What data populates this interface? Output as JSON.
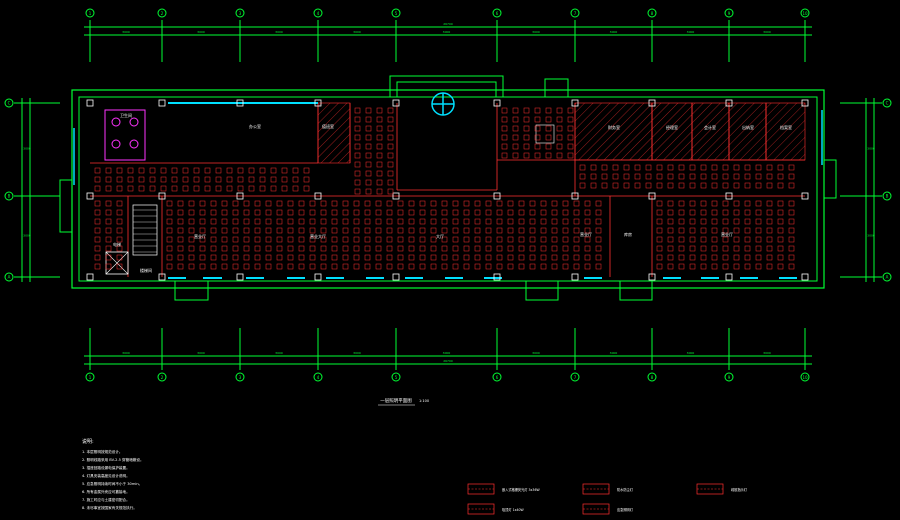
{
  "colors": {
    "background": "#000000",
    "dimension": "#00ff33",
    "wall": "#ffffff",
    "window": "#00e0ff",
    "furniture": "#ff3030",
    "pink": "#ff33ff",
    "text": "#ffffff",
    "yellow": "#ffff00"
  },
  "grid_top": {
    "labels": [
      "1",
      "2",
      "3",
      "4",
      "5",
      "6",
      "7",
      "8",
      "9",
      "10"
    ],
    "span_labels": [
      "3000",
      "3000",
      "3000",
      "3000",
      "3000",
      "3000",
      "3000",
      "3000",
      "3000"
    ],
    "total_label": "26700"
  },
  "grid_bottom": {
    "labels": [
      "1",
      "2",
      "3",
      "4",
      "5",
      "6",
      "7",
      "8",
      "9",
      "10"
    ],
    "span_labels": [
      "3000",
      "3000",
      "3000",
      "3000",
      "3000",
      "3000",
      "3000",
      "3000",
      "3000"
    ],
    "total_label": "26700"
  },
  "grid_left": {
    "labels": [
      "C",
      "B",
      "A"
    ],
    "span_labels": [
      "3000",
      "3000"
    ]
  },
  "grid_right": {
    "labels": [
      "C",
      "B",
      "A"
    ],
    "span_labels": [
      "3000",
      "3000"
    ]
  },
  "rooms": [
    {
      "name": "办公室"
    },
    {
      "name": "值班室"
    },
    {
      "name": "楼梯间"
    },
    {
      "name": "电梯"
    },
    {
      "name": "营业厅"
    },
    {
      "name": "营业大厅"
    },
    {
      "name": "大厅"
    },
    {
      "name": "营业厅"
    },
    {
      "name": "库房"
    },
    {
      "name": "营业厅"
    },
    {
      "name": "财务室"
    },
    {
      "name": "经理室"
    },
    {
      "name": "会计室"
    },
    {
      "name": "出纳室"
    },
    {
      "name": "档案室"
    },
    {
      "name": "卫生间"
    }
  ],
  "plan_title": "一层照明平面图",
  "plan_scale": "1:100",
  "notes": {
    "heading": "说明:",
    "items": [
      "1. 本层照明按规范设计。",
      "2. 照明线路采用 BV-2.5 穿管暗敷设。",
      "3. 插座回路设漏电保护装置。",
      "4. 灯具安装高度见设计说明。",
      "5. 应急照明持续时间不小于 30min。",
      "6. 所有金属外壳应可靠接地。",
      "7. 施工时应与土建密切配合。",
      "8. 未尽事宜按国家有关规范执行。"
    ]
  },
  "legend": [
    {
      "label": "嵌入式格栅荧光灯 3x36W"
    },
    {
      "label": "吸顶灯 1x40W"
    },
    {
      "label": "防水防尘灯"
    },
    {
      "label": "应急照明灯"
    },
    {
      "label": "疏散指示灯"
    }
  ]
}
